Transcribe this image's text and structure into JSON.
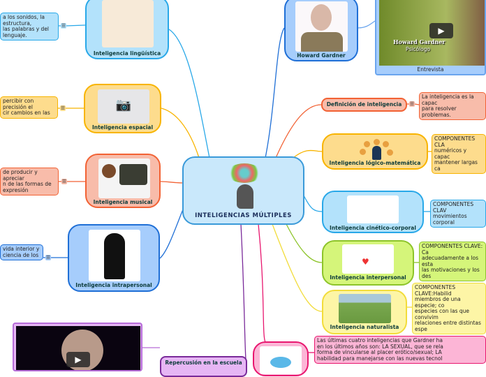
{
  "central": {
    "title": "INTELIGENCIAS  MÚLTIPLES"
  },
  "left": [
    {
      "label": "Inteligencia lingüística",
      "note": [
        "a los sonidos, la estructura,",
        "las palabras y del lenguaje."
      ]
    },
    {
      "label": "Inteligencia espacial",
      "note": [
        "percibir con precisión el",
        "cir cambios en las"
      ]
    },
    {
      "label": "Inteligencia musical",
      "note": [
        "de producir y apreciar",
        "n de las formas de expresión"
      ]
    },
    {
      "label": "Inteligencia intrapersonal",
      "note": [
        "vida interior y",
        "ciencia de los"
      ]
    }
  ],
  "howard": {
    "label": "Howard Gardner",
    "video_caption": "Entrevista",
    "video_title": "Howard Gardner",
    "video_subtitle": "Psicólogo"
  },
  "right": [
    {
      "label": "Definición de inteligencia",
      "note": [
        "La inteligencia es la capac",
        "para resolver problemas."
      ]
    },
    {
      "label": "Inteligencia lógico-matemática",
      "note": [
        "COMPONENTES CLA",
        "numéricos y capac",
        "mantener largas ca"
      ]
    },
    {
      "label": "Inteligencia cinético-corporal",
      "note": [
        "COMPONENTES CLAV",
        "movimientos corporal"
      ]
    },
    {
      "label": "Inteligencia interpersonal",
      "note": [
        "COMPONENTES CLAVE: Ca",
        "adecuadamente a los esta",
        "las motivaciones y los des"
      ]
    },
    {
      "label": "Inteligencia naturalista",
      "note": [
        "COMPONENTES CLAVE:Habilid",
        "miembros de una especie; co",
        "especies con las que convivim",
        "relaciones entre distintas espe"
      ]
    },
    {
      "label": "",
      "note": [
        "Las últimas cuatro inteligencias que Gardner ha",
        "en los últimos años son: LA SEXUAL, que se rela",
        "forma de vincularse al placer erótico/sexual; LA",
        "habilidad para manejarse con las nuevas tecnol"
      ]
    }
  ],
  "bottom": {
    "label": "Repercusión en la escuela"
  },
  "colors": {
    "blue": "#29a8e8",
    "yellow": "#f8b400",
    "orange": "#f26234",
    "darkblue": "#1f6fd6",
    "green": "#8dc42a",
    "lightyellow": "#f2dc3a",
    "pink": "#e8176f",
    "purple": "#7a2a9a"
  }
}
